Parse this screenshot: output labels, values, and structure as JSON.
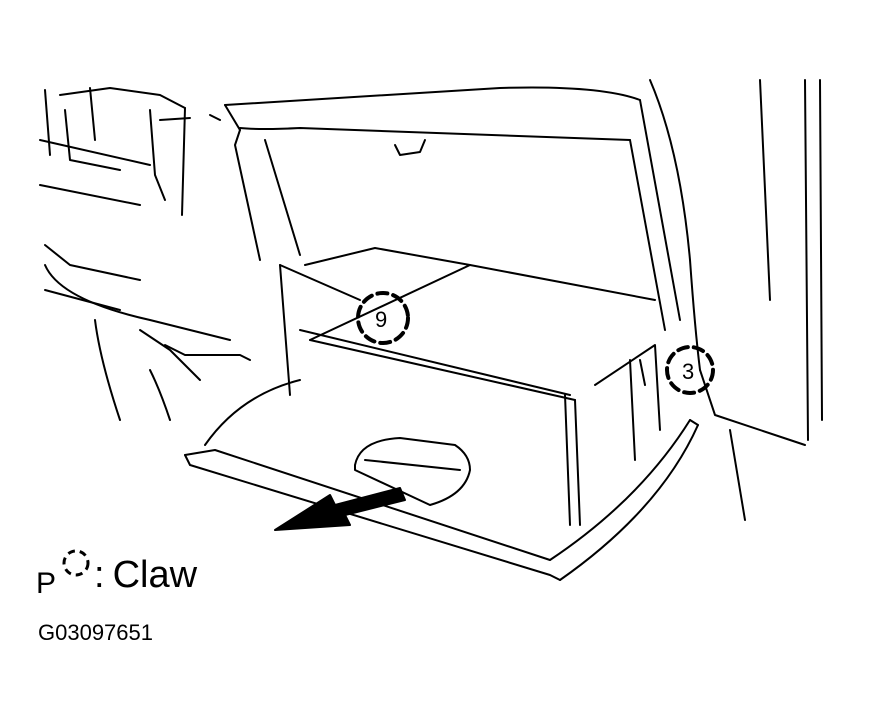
{
  "legend": {
    "marker_letter": "P",
    "symbol_name": "dashed-circle-icon",
    "label": "Claw"
  },
  "figure_id": "G03097651",
  "callouts": [
    "9",
    "3"
  ]
}
